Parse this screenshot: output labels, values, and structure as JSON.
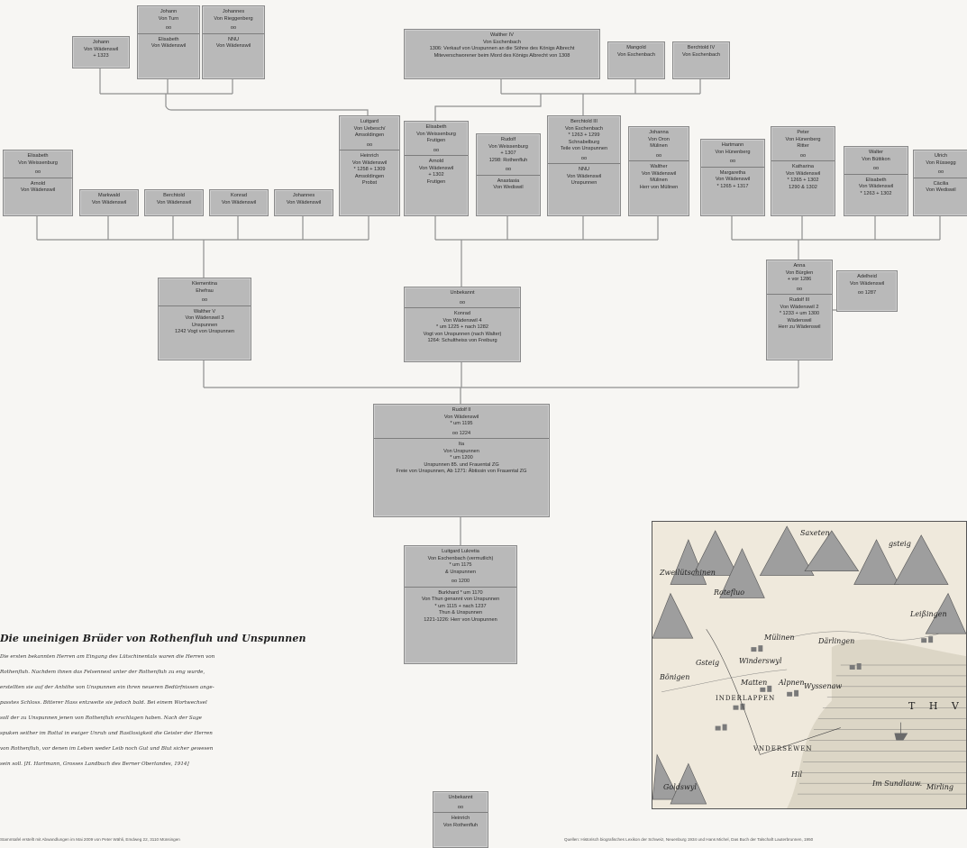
{
  "tree": {
    "persons": {
      "johann_turn": [
        "Johann",
        "Von Turn"
      ],
      "elisabeth_wad_a": [
        "Elisabeth",
        "Von Wädenswil"
      ],
      "johannes_rigg": [
        "Johannes",
        "Von Rieggenberg"
      ],
      "nnu_wad": [
        "NNU",
        "Von Wädenswil"
      ],
      "johann_wad": [
        "Johann",
        "Von Wädenswil",
        "+ 1323"
      ],
      "walther_iv": [
        "Walther IV",
        "Von Eschenbach",
        "1306: Verkauf von Unspunnen an die Söhne des Königs Albrecht",
        "Miteverschworener beim Mord des Königs Albrecht von 1308"
      ],
      "mangold": [
        "Mangold",
        "Von Eschenbach"
      ],
      "berchtold_iv": [
        "Berchtold IV",
        "Von Eschenbach"
      ],
      "elisabeth_weis": [
        "Elisabeth",
        "Von Weissenburg"
      ],
      "arnold_wad": [
        "Arnold",
        "Von Wädenswil"
      ],
      "markwald": [
        "Markwald",
        "Von Wädenswil"
      ],
      "berchtold_wad": [
        "Berchtold",
        "Von Wädenswil"
      ],
      "konrad_wad": [
        "Konrad",
        "Von Wädenswil"
      ],
      "johannes_wad": [
        "Johannes",
        "Von Wädenswil"
      ],
      "luitgard_ueb": [
        "Luitgard",
        "Von Uebesch/",
        "Amsoldingen"
      ],
      "heinrich_wad": [
        "Heinrich",
        "Von Wädenswil",
        "* 1258 + 1309",
        "Amsoldingen",
        "Probst"
      ],
      "elisabeth_weis_f": [
        "Elisabeth",
        "Von Weissenburg",
        "Frutigen"
      ],
      "arnold_wad_f": [
        "Arnold",
        "Von Wädenswil",
        "+ 1302",
        "Frutigen"
      ],
      "rudolf_weis": [
        "Rudolf",
        "Von Weissenburg",
        "+ 1307",
        "1298: Rothenfluh"
      ],
      "anastasia": [
        "Anastasia",
        "Von Wediswil"
      ],
      "berchtold_iii": [
        "Berchtold III",
        "Von Eschenbach",
        "* 1263 + 1299",
        "Schnabelburg",
        "Teile von Unspunnen"
      ],
      "nnu_wad_u": [
        "NNU",
        "Von Wädenswil",
        "Unspunnen"
      ],
      "johanna_oron": [
        "Johanna",
        "Von Oron",
        "Mülinen"
      ],
      "walther_mul": [
        "Walther",
        "Von Wädenswil",
        "Mülinen",
        "Herr von Mülinen"
      ],
      "hartmann": [
        "Hartmann",
        "Von Hünenberg"
      ],
      "margaretha": [
        "Margaretha",
        "Von Wädenswil",
        "* 1265 + 1317"
      ],
      "peter_hun": [
        "Peter",
        "Von Hünenberg",
        "Ritter"
      ],
      "katharina": [
        "Katharina",
        "Von Wädenswil",
        "* 1265 + 1302",
        "1290 & 1302"
      ],
      "walter_buttikon": [
        "Walter",
        "Von Büttikon"
      ],
      "elisabeth_wad_b": [
        "Elisabeth",
        "Von Wädenswil",
        "* 1263 + 1302"
      ],
      "ulrich_rus": [
        "Ulrich",
        "Von Rüssegg"
      ],
      "cacilia": [
        "Cäcilia",
        "Von Wediswil"
      ],
      "klementina": [
        "Klementina",
        "Ehefrau"
      ],
      "walther_v": [
        "Walther V",
        "Von Wädenswil 3",
        "Unspunnen",
        "1242 Vogt von Unspunnen"
      ],
      "unbekannt_1": [
        "Unbekannt"
      ],
      "konrad_iv": [
        "Konrad",
        "Von Wädenswil 4",
        "* um 1225 + nach 1282",
        "Vogt von Unspunnen (nach Walter)",
        "1264: Schultheiss von Freiburg"
      ],
      "anna_burglen": [
        "Anna",
        "Von Bürglen",
        "+ vor 1286"
      ],
      "adelheid": [
        "Adelheid",
        "Von Wädenswil"
      ],
      "rudolf_iii": [
        "Rudolf III",
        "Von Wädenswil 2",
        "* 1233 + um 1300",
        "Wädenswil",
        "Herr zu Wädenswil"
      ],
      "rudolf_ii": [
        "Rudolf II",
        "Von Wädenswil",
        "* um 1195"
      ],
      "ita": [
        "Ita",
        "Von Unspunnen",
        "* um 1200",
        "Unspunnen 85. und Frauental ZG",
        "Freie von Unspunnen, Ab 1271: Äbtissin von Frauental ZG"
      ],
      "luitgard_lukretia": [
        "Luitgard Lukretia",
        "Von Eschenbach (vermutlich)",
        "* um 1175",
        "& Unspunnen"
      ],
      "burkhard": [
        "Burkhard * um 1170",
        "Von Thun genannt von Unspunnen",
        "* um 1115 + nach 1237",
        "Thun & Unspunnen",
        "1221-1226: Herr von Unspunnen"
      ],
      "unbekannt_2": [
        "Unbekannt"
      ],
      "heinrich_roth": [
        "Heinrich",
        "Von Rothenfluh"
      ]
    },
    "marriage_marks": {
      "oo": "oo",
      "oo_1224": "oo 1224",
      "oo_1200": "oo 1200",
      "oo_1287": "oo 1287"
    }
  },
  "story": {
    "title": "Die uneinigen Brüder von Rothenfluh und Unspunnen",
    "lines": [
      "Die ersten bekannten Herren am Eingang des Lütschinentals waren die Herren von",
      "Rothenfluh. Nachdem ihnen das Felsennest unter der Rothenfluh zu eng wurde,",
      "erstellten sie auf der Anhöhe von Unspunnen ein ihren neueren Bedürfnissen ange-",
      "passtes Schloss. Bitterer Hass entzweite sie jedoch bald. Bei einem Wortwechsel",
      "soll der zu Unspunnen jenen von Rothenfluh erschlagen haben. Nach der Sage",
      "spuken seither im Rottal in ewiger Unruh und Rastlosigkeit die Geister der Herren",
      "von Rothenfluh, vor denen im Leben weder Leib noch Gut und Blut sicher gewesen",
      "sein soll. [H. Hartmann, Grosses Landbuch des Berner Oberlandes, 1914]"
    ]
  },
  "footer": {
    "left": "Stammtafel erstellt mit Abwandlungen im Mai 2009 von Peter Wähli, Emdweg 22, 3110 Münsingen",
    "right": "Quellen: Historisch biografisches Lexikon der Schweiz, Neuenburg 1934 und Hans Michel, Das Buch der Talschaft Lauterbrunnen, 1950"
  },
  "map": {
    "labels": {
      "saxeten": "Saxeten",
      "gsteigwiler": "gsteig",
      "zweilutschinen": "Zweilütschinen",
      "rotenfluh": "Rotefluo",
      "leissigen": "Leißingen",
      "mulinen": "Mülinen",
      "darligen": "Därlingen",
      "wilderswil": "Winderswyl",
      "gsteig": "Gsteig",
      "matten": "Matten",
      "ahorn": "Alpnen",
      "wyssnau": "Wyssenaw",
      "bonigen": "Bönigen",
      "interlaken": "INDERLAPPEN",
      "thun": "T H V",
      "unterseen": "VNDERSEWEN",
      "goldswil": "Goldswyl",
      "hilterfingen": "Hil",
      "sundlauenen": "Im Sundlauw.",
      "merligen": "Mirling"
    }
  }
}
